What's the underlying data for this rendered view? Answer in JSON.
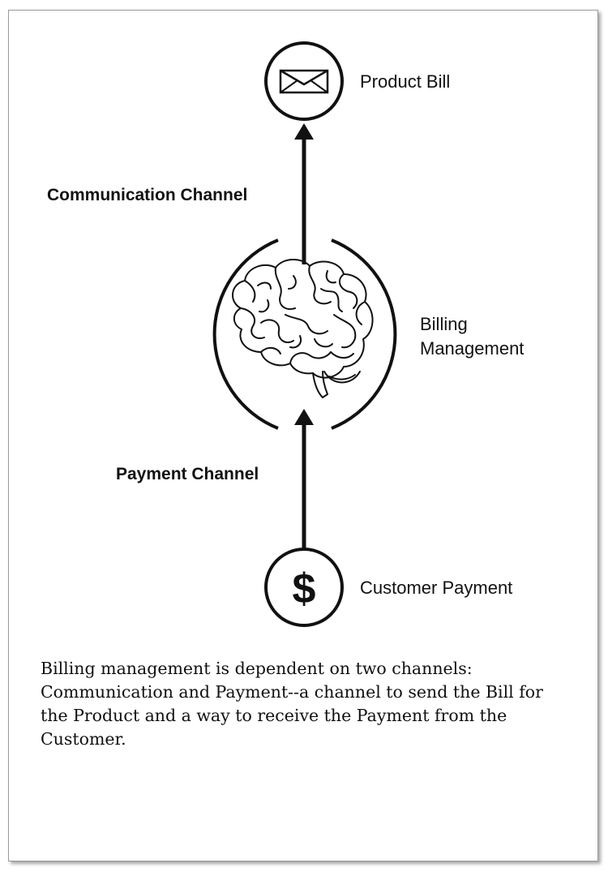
{
  "nodes": {
    "product_bill": {
      "label": "Product Bill",
      "icon": "envelope-icon"
    },
    "billing_management": {
      "label_line1": "Billing",
      "label_line2": "Management",
      "icon": "brain-icon"
    },
    "customer_payment": {
      "label": "Customer Payment",
      "icon": "dollar-icon",
      "glyph": "$"
    }
  },
  "channels": {
    "communication": "Communication Channel",
    "payment": "Payment Channel"
  },
  "caption": "Billing management is dependent on two channels: Communication and Payment--a channel to send the Bill for the Product and a way to receive the Payment from the Customer.",
  "colors": {
    "stroke": "#111111",
    "background": "#ffffff",
    "page_border": "#9a9a9a"
  }
}
